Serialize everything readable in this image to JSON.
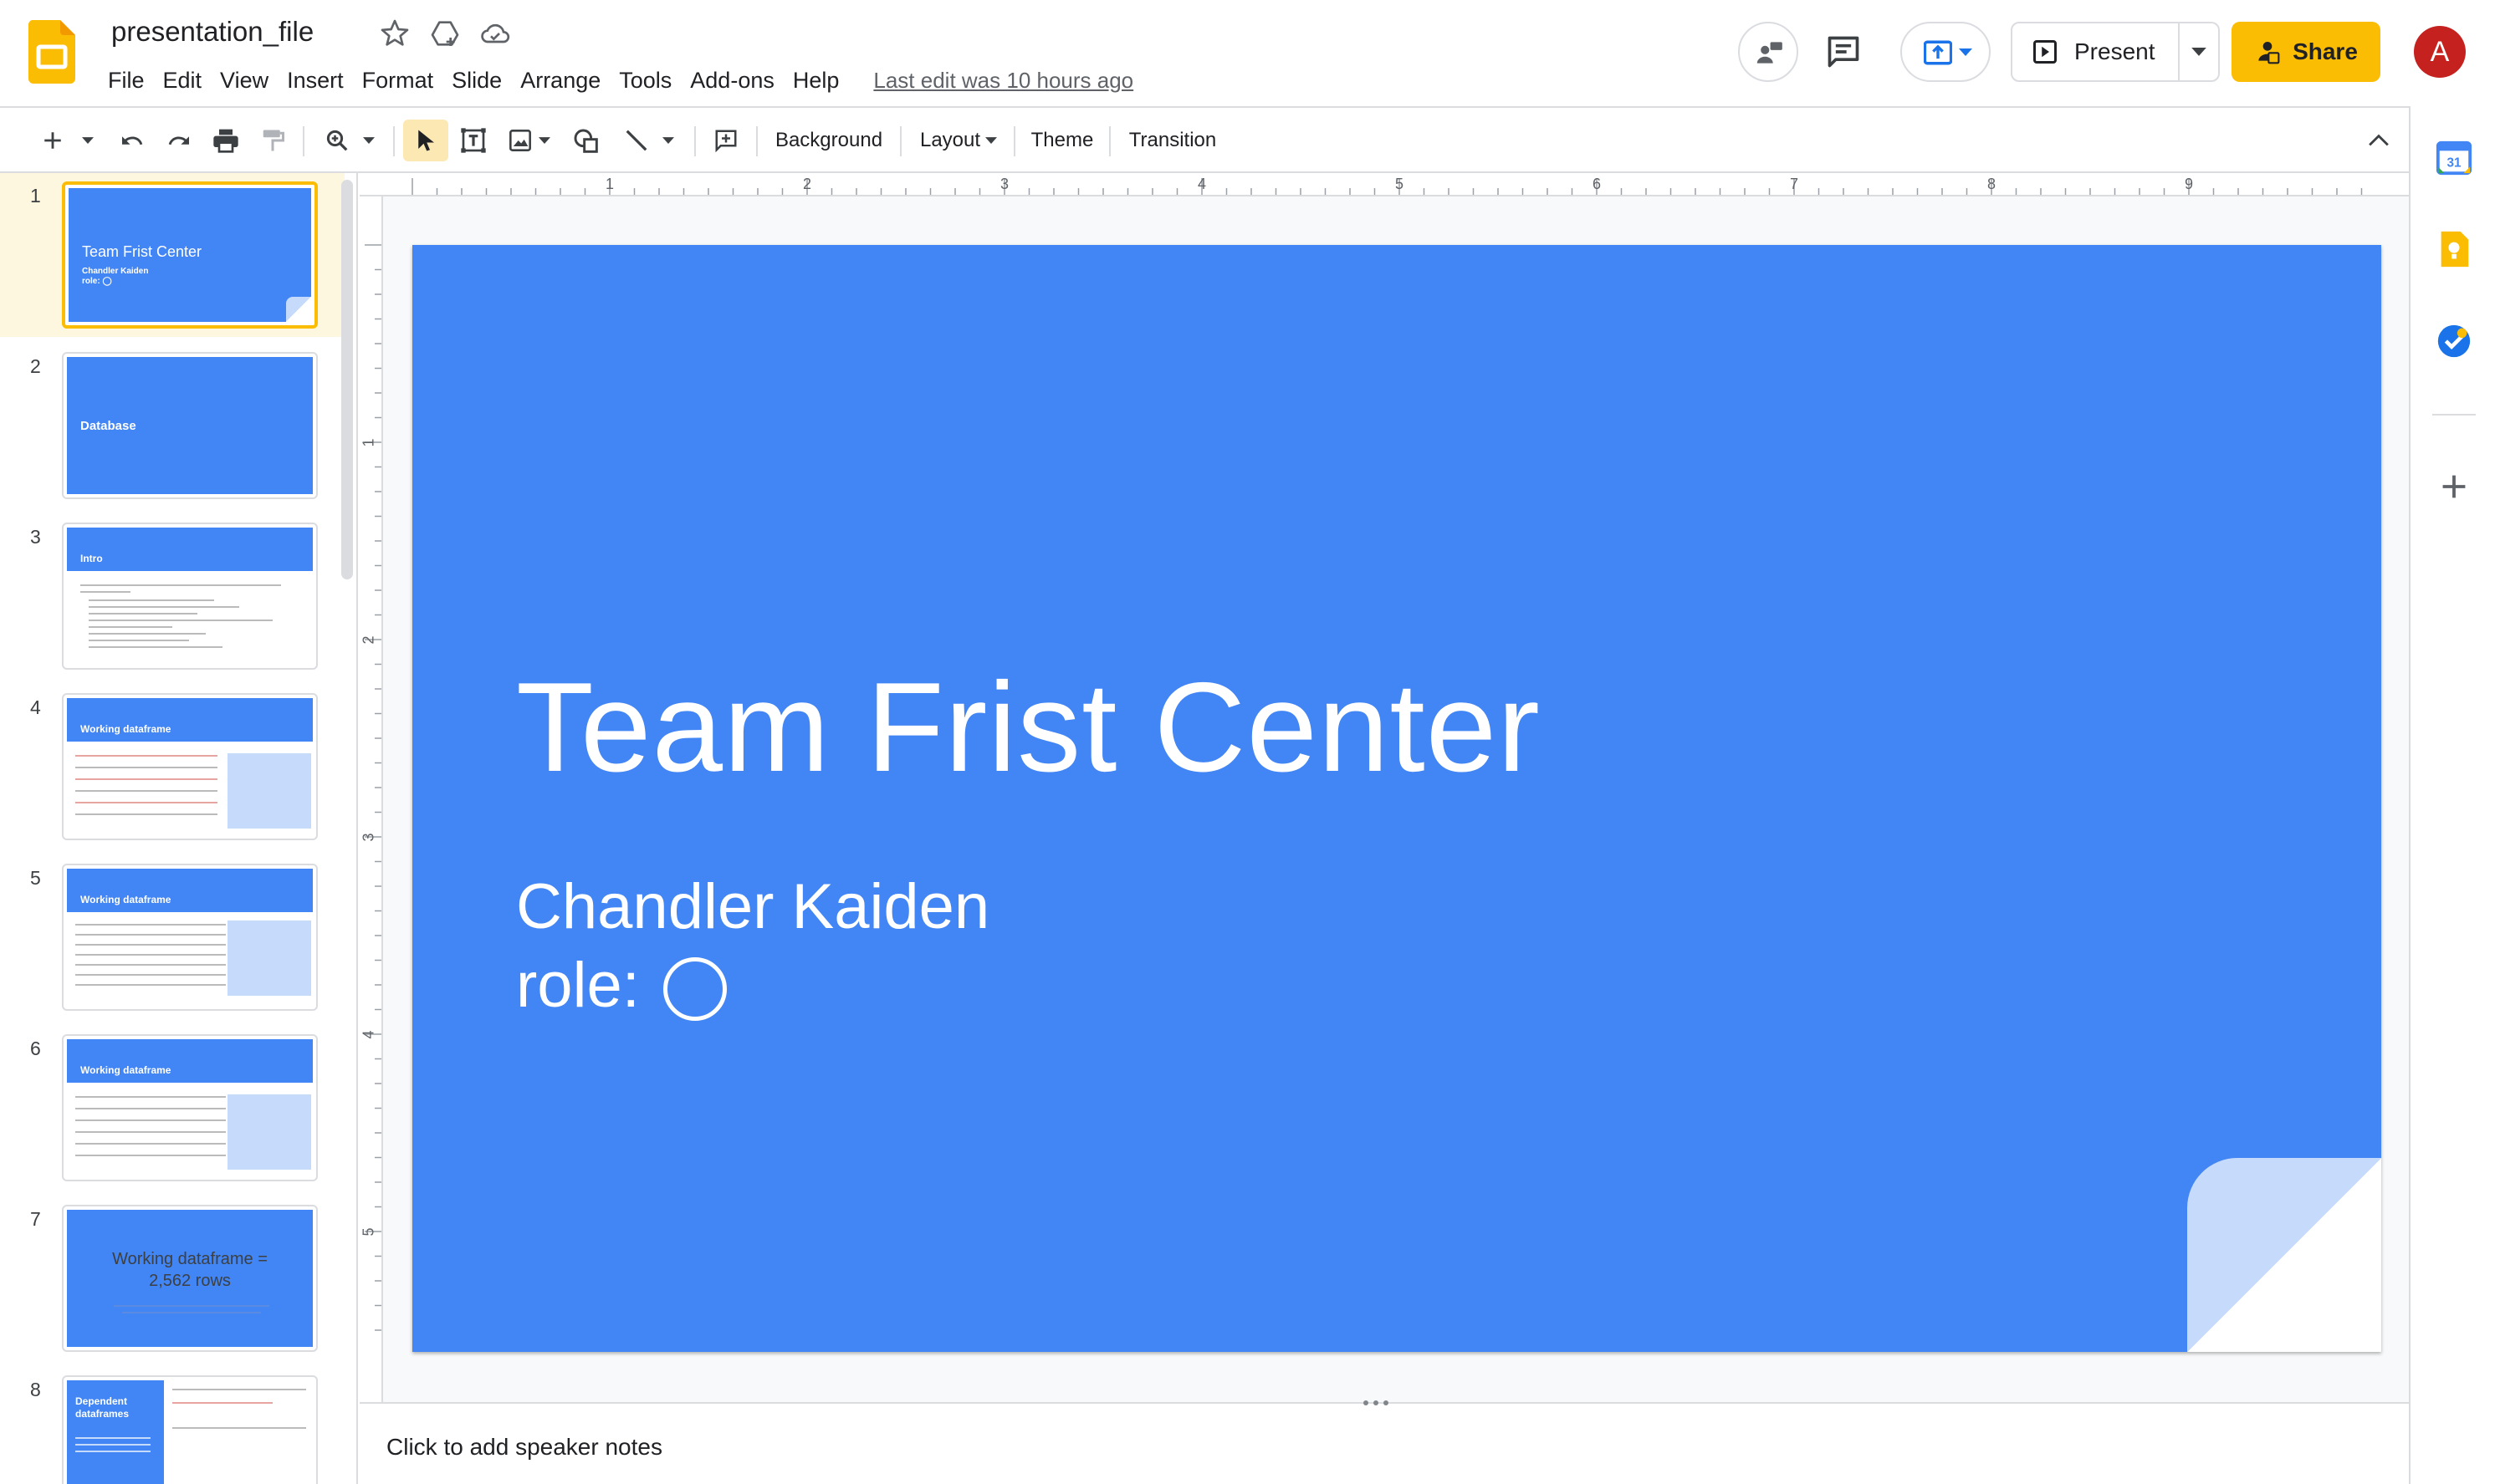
{
  "header": {
    "doc_title": "presentation_file",
    "menu": [
      "File",
      "Edit",
      "View",
      "Insert",
      "Format",
      "Slide",
      "Arrange",
      "Tools",
      "Add-ons",
      "Help"
    ],
    "last_edit": "Last edit was 10 hours ago",
    "present_label": "Present",
    "share_label": "Share",
    "avatar_letter": "A"
  },
  "toolbar": {
    "background_label": "Background",
    "layout_label": "Layout",
    "theme_label": "Theme",
    "transition_label": "Transition"
  },
  "ruler": {
    "h_numbers": [
      "1",
      "2",
      "3",
      "4",
      "5",
      "6",
      "7",
      "8",
      "9"
    ],
    "v_numbers": [
      "1",
      "2",
      "3",
      "4",
      "5"
    ]
  },
  "filmstrip": {
    "slides": [
      {
        "num": "1",
        "title": "Team Frist Center",
        "sub1": "Chandler Kaiden",
        "sub2": "role: ◯"
      },
      {
        "num": "2",
        "title": "Database"
      },
      {
        "num": "3",
        "title": "Intro"
      },
      {
        "num": "4",
        "title": "Working dataframe"
      },
      {
        "num": "5",
        "title": "Working dataframe"
      },
      {
        "num": "6",
        "title": "Working dataframe"
      },
      {
        "num": "7",
        "title": "Working dataframe =\n2,562 rows"
      },
      {
        "num": "8",
        "title": "Dependent dataframes"
      }
    ]
  },
  "slide": {
    "title": "Team Frist Center",
    "subtitle_line1": "Chandler Kaiden",
    "subtitle_line2": "role:"
  },
  "notes": {
    "placeholder": "Click to add speaker notes"
  },
  "colors": {
    "slide_blue": "#4285f4",
    "share_yellow": "#fbbc04",
    "avatar_red": "#c5221f"
  }
}
